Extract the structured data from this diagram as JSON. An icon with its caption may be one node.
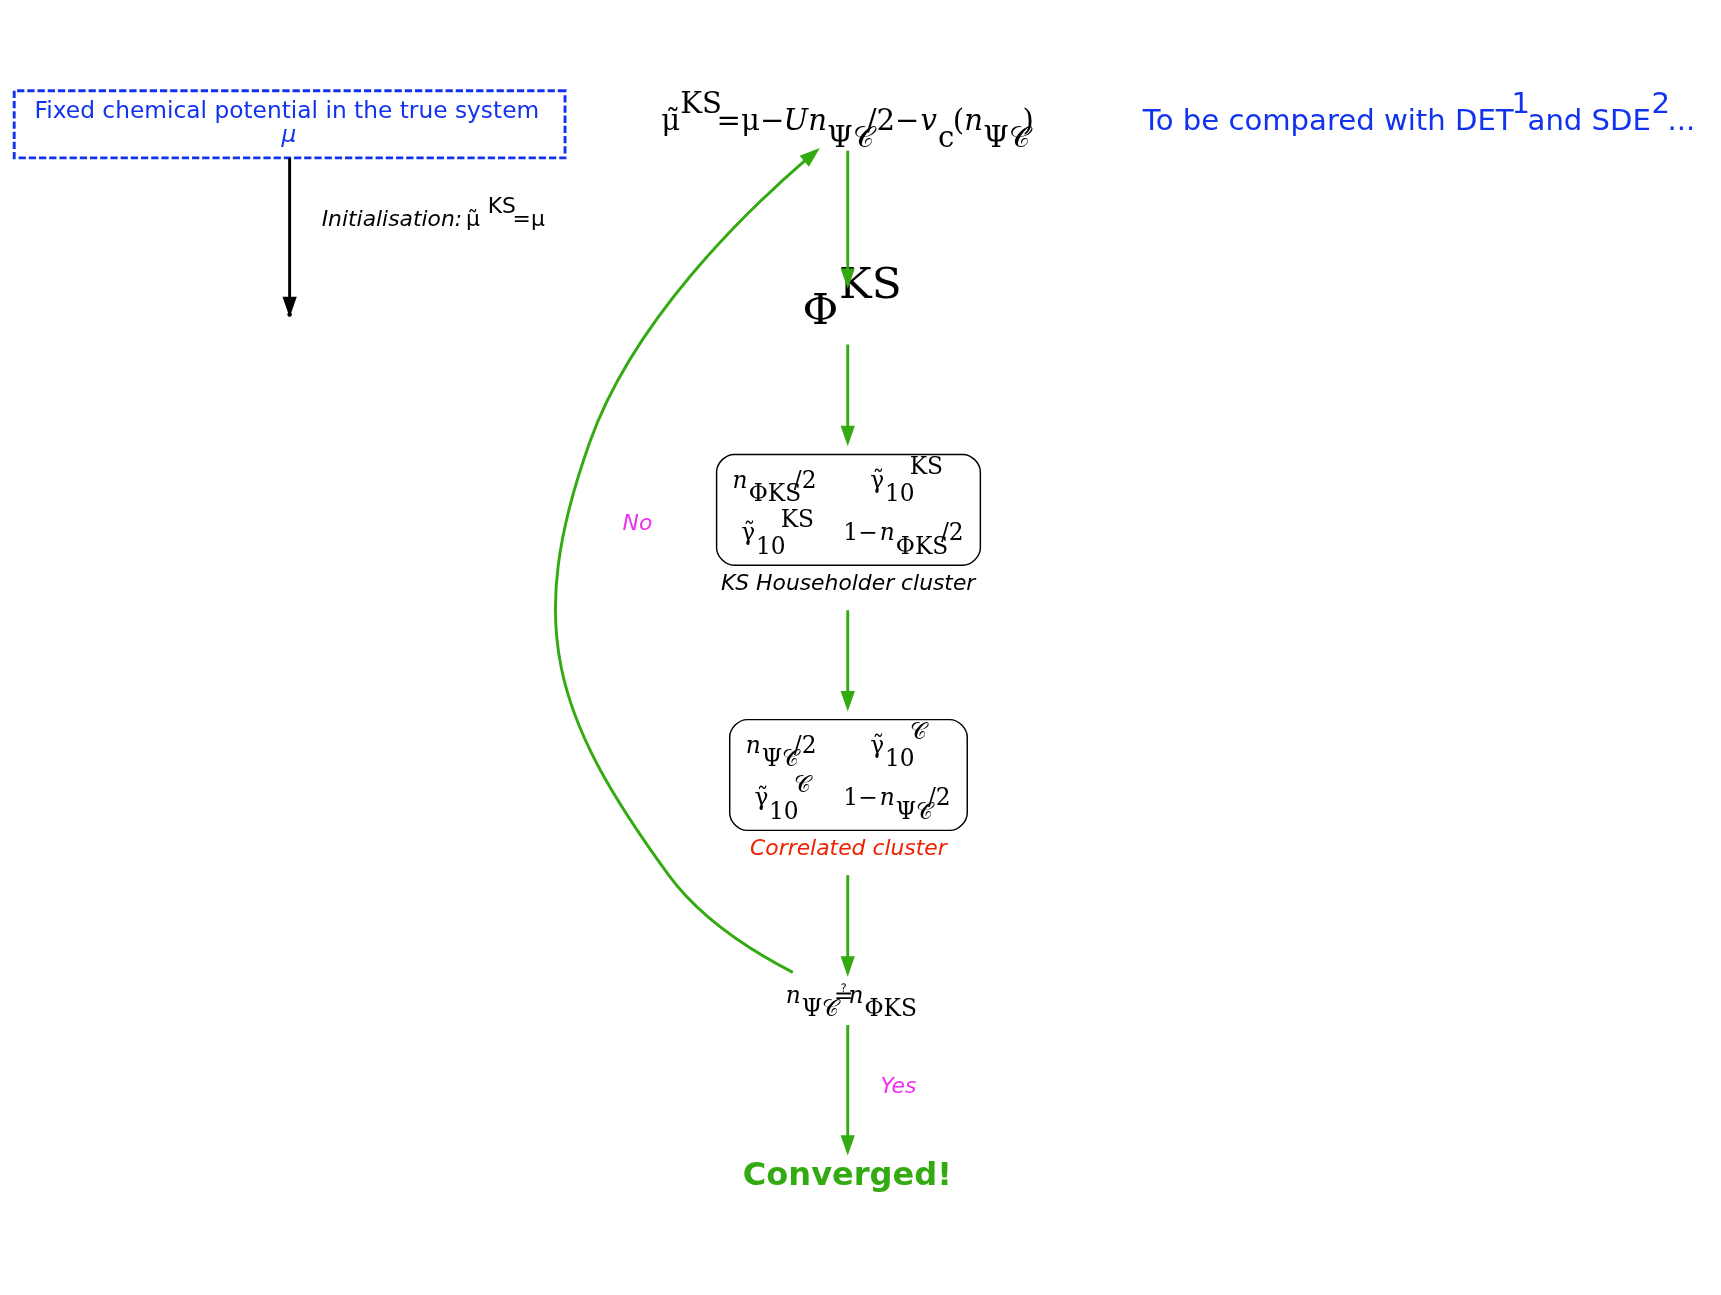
{
  "diagram": {
    "nodes": [
      {
        "text": [
          "Fixed chemical potential in the true system",
          "μ"
        ]
      },
      {
        "text": [
          "Φ$^{KS}$"
        ]
      },
      {
        "text": [
          "*n*$_{ΦKS}$/2",
          "γ̃$_{10}$$^{KS}$",
          "γ̃$_{10}$$^{KS}$",
          "1−*n*$_{ΦKS}$/2"
        ],
        "beside": [
          "KS Householder cluster"
        ]
      },
      {
        "text": [
          "*n*$_{Ψ𝒞}$/2",
          "γ̃$_{10}$$^{𝒞}$",
          "γ̃$_{10}$$^{𝒞}$",
          "1−*n*$_{Ψ𝒞}$/2"
        ],
        "beside": [
          "Correlated cluster"
        ]
      },
      {
        "text": [
          "*n*$_{Ψ𝒞}$≟*n*$_{ΦKS}$"
        ]
      },
      {
        "text": [
          "Converged!"
        ]
      },
      {
        "text": [
          "μ̃$^{KS}$=μ−*Un*$_{Ψ𝒞}$/2−*v*$_{c}$(*n*$_{Ψ𝒞}$)"
        ]
      }
    ],
    "edges": [
      {
        "from": 0,
        "to": null,
        "arrow": "to",
        "label": "*Initialisation:* μ̃$^{KS}$=μ",
        "color": "#000000"
      },
      {
        "from": 6,
        "to": 1,
        "arrow": "to"
      },
      {
        "from": 1,
        "to": 2,
        "arrow": "to"
      },
      {
        "from": 2,
        "to": 3,
        "arrow": "to"
      },
      {
        "from": 3,
        "to": 4,
        "arrow": "to"
      },
      {
        "from": 4,
        "to": 6,
        "arrow": "to",
        "label": "No"
      },
      {
        "from": 4,
        "to": 5,
        "arrow": "to",
        "label": "Yes"
      }
    ],
    "labels": [
      "To be compared with DET$^{1}$and SDE$^{2}$..."
    ]
  }
}
